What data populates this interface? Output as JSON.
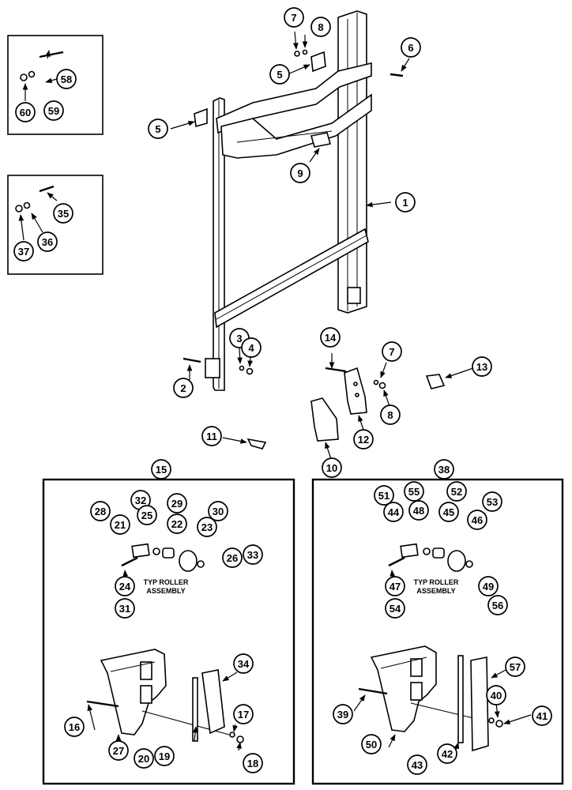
{
  "figure": {
    "callouts": [
      {
        "num": "1"
      },
      {
        "num": "2"
      },
      {
        "num": "3"
      },
      {
        "num": "4"
      },
      {
        "num": "5"
      },
      {
        "num": "5"
      },
      {
        "num": "6"
      },
      {
        "num": "7"
      },
      {
        "num": "8"
      },
      {
        "num": "9"
      },
      {
        "num": "10"
      },
      {
        "num": "11"
      },
      {
        "num": "12"
      },
      {
        "num": "13"
      },
      {
        "num": "14"
      },
      {
        "num": "7"
      },
      {
        "num": "8"
      },
      {
        "num": "15"
      },
      {
        "num": "38"
      },
      {
        "num": "58"
      },
      {
        "num": "59"
      },
      {
        "num": "60"
      },
      {
        "num": "35"
      },
      {
        "num": "36"
      },
      {
        "num": "37"
      },
      {
        "num": "28"
      },
      {
        "num": "21"
      },
      {
        "num": "32"
      },
      {
        "num": "25"
      },
      {
        "num": "29"
      },
      {
        "num": "22"
      },
      {
        "num": "30"
      },
      {
        "num": "23"
      },
      {
        "num": "26"
      },
      {
        "num": "33"
      },
      {
        "num": "24"
      },
      {
        "num": "31"
      },
      {
        "num": "16"
      },
      {
        "num": "27"
      },
      {
        "num": "20"
      },
      {
        "num": "19"
      },
      {
        "num": "17"
      },
      {
        "num": "18"
      },
      {
        "num": "34"
      },
      {
        "num": "51"
      },
      {
        "num": "44"
      },
      {
        "num": "55"
      },
      {
        "num": "48"
      },
      {
        "num": "52"
      },
      {
        "num": "45"
      },
      {
        "num": "53"
      },
      {
        "num": "46"
      },
      {
        "num": "47"
      },
      {
        "num": "54"
      },
      {
        "num": "49"
      },
      {
        "num": "56"
      },
      {
        "num": "39"
      },
      {
        "num": "50"
      },
      {
        "num": "42"
      },
      {
        "num": "43"
      },
      {
        "num": "40"
      },
      {
        "num": "41"
      },
      {
        "num": "57"
      }
    ],
    "captions": {
      "left_line1": "TYP ROLLER",
      "left_line2": "ASSEMBLY",
      "right_line1": "TYP ROLLER",
      "right_line2": "ASSEMBLY"
    }
  }
}
